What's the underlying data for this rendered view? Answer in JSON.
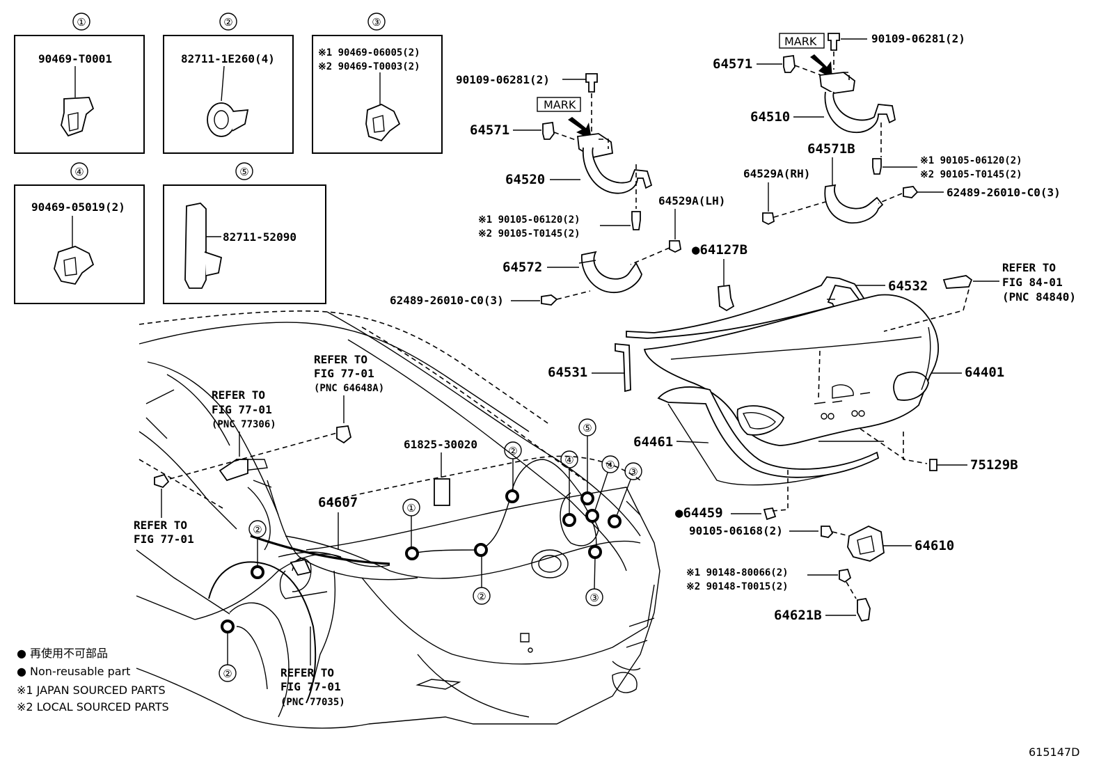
{
  "insets": [
    {
      "num": "①",
      "part": "90469-T0001"
    },
    {
      "num": "②",
      "part": "82711-1E260(4)"
    },
    {
      "num": "③",
      "part_1": "※1 90469-06005(2)",
      "part_2": "※2 90469-T0003(2)"
    },
    {
      "num": "④",
      "part": "90469-05019(2)"
    },
    {
      "num": "⑤",
      "part": "82711-52090"
    }
  ],
  "labels": {
    "p90109_a": "90109-06281(2)",
    "p90109_b": "90109-06281(2)",
    "mark_a": "MARK",
    "mark_b": "MARK",
    "p64571_a": "64571",
    "p64571_b": "64571",
    "p64520": "64520",
    "p64510": "64510",
    "p64571B": "64571B",
    "p64529A_RH": "64529A(RH)",
    "p64529A_LH": "64529A(LH)",
    "p90105_r1": "※1 90105-06120(2)",
    "p90105_r2": "※2 90105-T0145(2)",
    "p90105_l1": "※1 90105-06120(2)",
    "p90105_l2": "※2 90105-T0145(2)",
    "p62489_r": "62489-26010-C0(3)",
    "p62489_l": "62489-26010-C0(3)",
    "p64572": "64572",
    "p64127B": "●64127B",
    "p64532": "64532",
    "p64531": "64531",
    "p64401": "64401",
    "p64461": "64461",
    "p75129B": "75129B",
    "p64459": "●64459",
    "p90105_06168": "90105-06168(2)",
    "p64610": "64610",
    "p90148_1": "※1 90148-80066(2)",
    "p90148_2": "※2 90148-T0015(2)",
    "p64621B": "64621B",
    "p61825": "61825-30020",
    "p64607": "64607",
    "ref84_1": "REFER TO",
    "ref84_2": "FIG 84-01",
    "ref84_3": "(PNC 84840)",
    "ref64648_1": "REFER TO",
    "ref64648_2": "FIG 77-01",
    "ref64648_3": "(PNC 64648A)",
    "ref77306_1": "REFER TO",
    "ref77306_2": "FIG 77-01",
    "ref77306_3": "(PNC 77306)",
    "ref77_1": "REFER TO",
    "ref77_2": "FIG 77-01",
    "ref77035_1": "REFER TO",
    "ref77035_2": "FIG 77-01",
    "ref77035_3": "(PNC 77035)"
  },
  "callouts": [
    "①",
    "②",
    "②",
    "②",
    "②",
    "②",
    "③",
    "③",
    "④",
    "④",
    "⑤"
  ],
  "legend": {
    "l1": "● 再使用不可部品",
    "l2": "● Non-reusable part",
    "l3": "※1 JAPAN SOURCED PARTS",
    "l4": "※2 LOCAL SOURCED PARTS"
  },
  "figure_id": "615147D"
}
